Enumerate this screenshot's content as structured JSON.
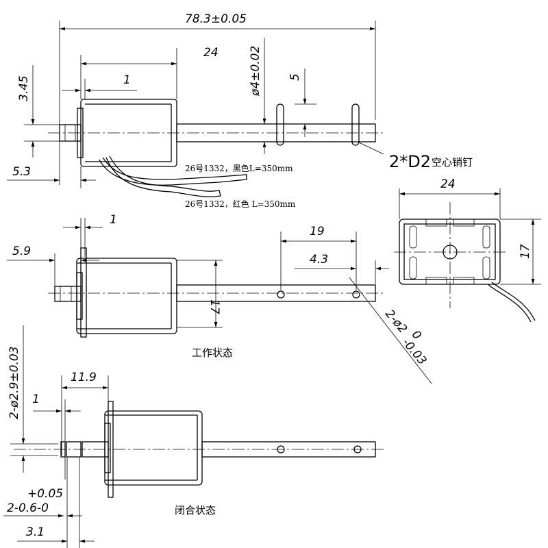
{
  "top_view": {
    "overall_length": "78.3±0.05",
    "coil_length": "24",
    "flange_thickness": "1",
    "shaft_diameter": "ø4±0.02",
    "pin_spacing": "5",
    "plunger_height": "3.45",
    "plunger_offset": "5.3",
    "pin_label": "2*D2",
    "pin_label_cn": "空心销钉",
    "wire_black": "26号1332，黑色L=350mm",
    "wire_red": "26号1332，红色 L=350mm"
  },
  "end_view": {
    "width": "24",
    "height": "17"
  },
  "working_view": {
    "flange_thickness": "1",
    "plunger_offset": "5.9",
    "hole_spacing": "19",
    "hole_end_offset": "4.3",
    "frame_height": "17",
    "hole_spec": "2-ø2",
    "hole_tol_upper": "0",
    "hole_tol_lower": "-0.03",
    "caption": "工作状态"
  },
  "closed_view": {
    "plunger_length": "11.9",
    "washer_thickness": "1",
    "washer_diameter": "2-ø2.9±0.03",
    "tol_upper": "+0.05",
    "gap_spec": "2-0.6-0",
    "stroke": "3.1",
    "caption": "闭合状态"
  }
}
